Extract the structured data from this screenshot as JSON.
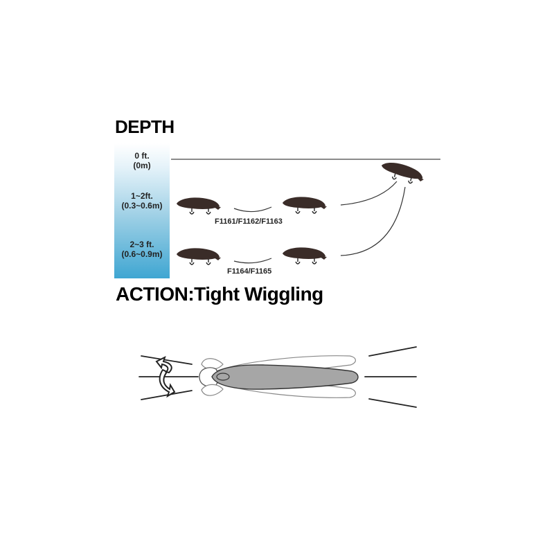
{
  "depth_title": "DEPTH",
  "action_title": "ACTION:Tight Wiggling",
  "depth_levels": [
    {
      "line1": "0 ft.",
      "line2": "(0m)"
    },
    {
      "line1": "1~2ft.",
      "line2": "(0.3~0.6m)"
    },
    {
      "line1": "2~3 ft.",
      "line2": "(0.6~0.9m)"
    }
  ],
  "models": {
    "shallow": "F1161/F1162/F1163",
    "deep": "F1164/F1165"
  },
  "colors": {
    "depth_bar_top": "#ffffff",
    "depth_bar_bottom": "#3fa6d2",
    "lure_body": "#3a2c28",
    "action_lure_fill": "#a6a6a6"
  }
}
